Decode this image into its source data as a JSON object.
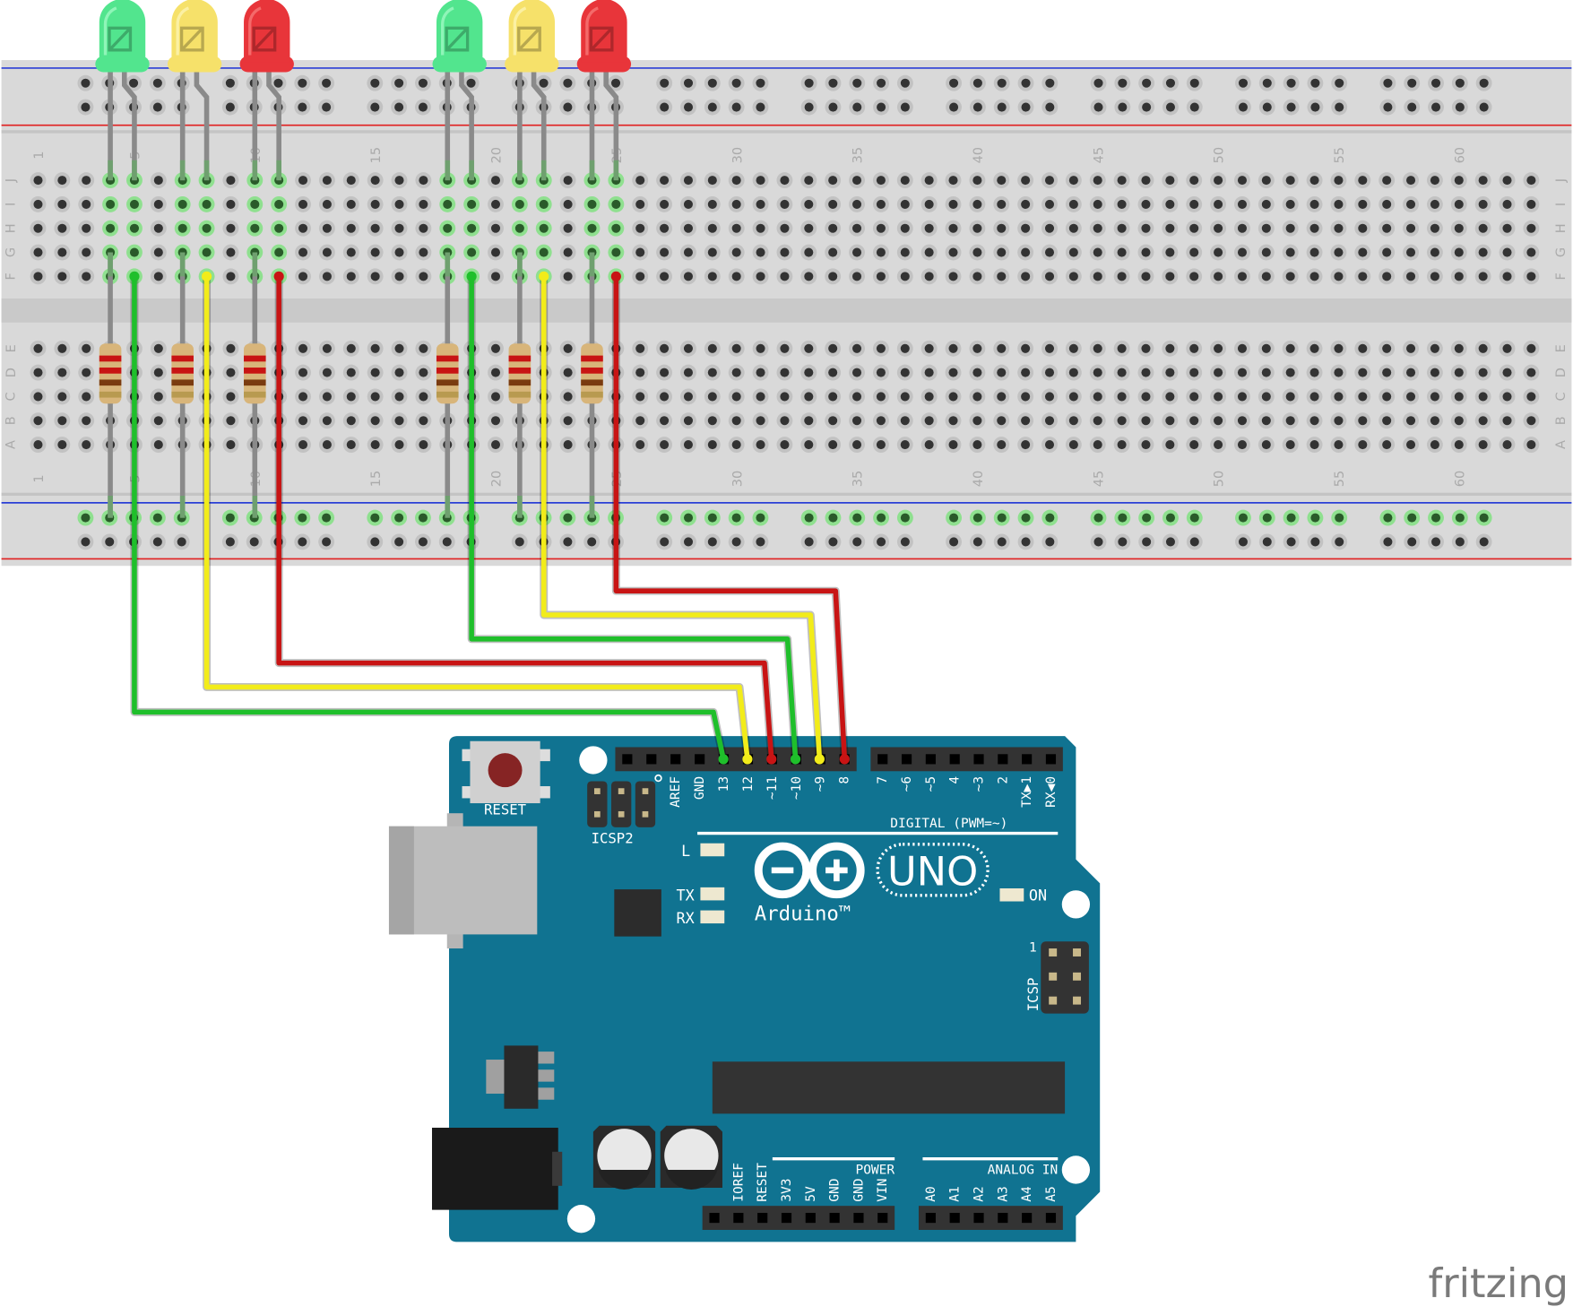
{
  "colors": {
    "breadboard": "#d9d9d9",
    "board": "#107391",
    "rail_blue": "#2b3fd6",
    "rail_red": "#e02020",
    "wire_green": "#1fbf2b",
    "wire_yellow": "#f2ec1a",
    "wire_red": "#c81414",
    "header": "#333333"
  },
  "breadboard": {
    "column_labels": [
      "1",
      "5",
      "10",
      "15",
      "20",
      "25",
      "30",
      "35",
      "40",
      "45",
      "50",
      "55",
      "60"
    ],
    "rows_top": [
      "J",
      "I",
      "H",
      "G",
      "F"
    ],
    "rows_bottom": [
      "E",
      "D",
      "C",
      "B",
      "A"
    ]
  },
  "leds": [
    {
      "color": "green",
      "column": 4
    },
    {
      "color": "yellow",
      "column": 7
    },
    {
      "color": "red",
      "column": 10
    },
    {
      "color": "green",
      "column": 18
    },
    {
      "color": "yellow",
      "column": 21
    },
    {
      "color": "red",
      "column": 24
    }
  ],
  "wires": [
    {
      "color": "green",
      "from_column": 5,
      "to_pin": "13"
    },
    {
      "color": "yellow",
      "from_column": 8,
      "to_pin": "12"
    },
    {
      "color": "red",
      "from_column": 11,
      "to_pin": "11"
    },
    {
      "color": "green",
      "from_column": 19,
      "to_pin": "10"
    },
    {
      "color": "yellow",
      "from_column": 22,
      "to_pin": "9"
    },
    {
      "color": "red",
      "from_column": 25,
      "to_pin": "8"
    }
  ],
  "arduino": {
    "reset_label": "RESET",
    "icsp2_label": "ICSP2",
    "icsp_label": "ICSP",
    "icsp_pin1": "1",
    "digital_label": "DIGITAL (PWM=~)",
    "digital_pins_left": [
      "",
      "",
      "AREF",
      "GND",
      "13",
      "12",
      "~11",
      "~10",
      "~9",
      "8"
    ],
    "digital_pins_right": [
      "7",
      "~6",
      "~5",
      "4",
      "~3",
      "2",
      "TX▶1",
      "RX◀0"
    ],
    "led_l": "L",
    "led_tx": "TX",
    "led_rx": "RX",
    "led_on": "ON",
    "logo": "UNO",
    "brand": "Arduino™",
    "power_label": "POWER",
    "power_pins": [
      "",
      "IOREF",
      "RESET",
      "3V3",
      "5V",
      "GND",
      "GND",
      "VIN"
    ],
    "analog_label": "ANALOG IN",
    "analog_pins": [
      "A0",
      "A1",
      "A2",
      "A3",
      "A4",
      "A5"
    ]
  },
  "watermark": "fritzing"
}
